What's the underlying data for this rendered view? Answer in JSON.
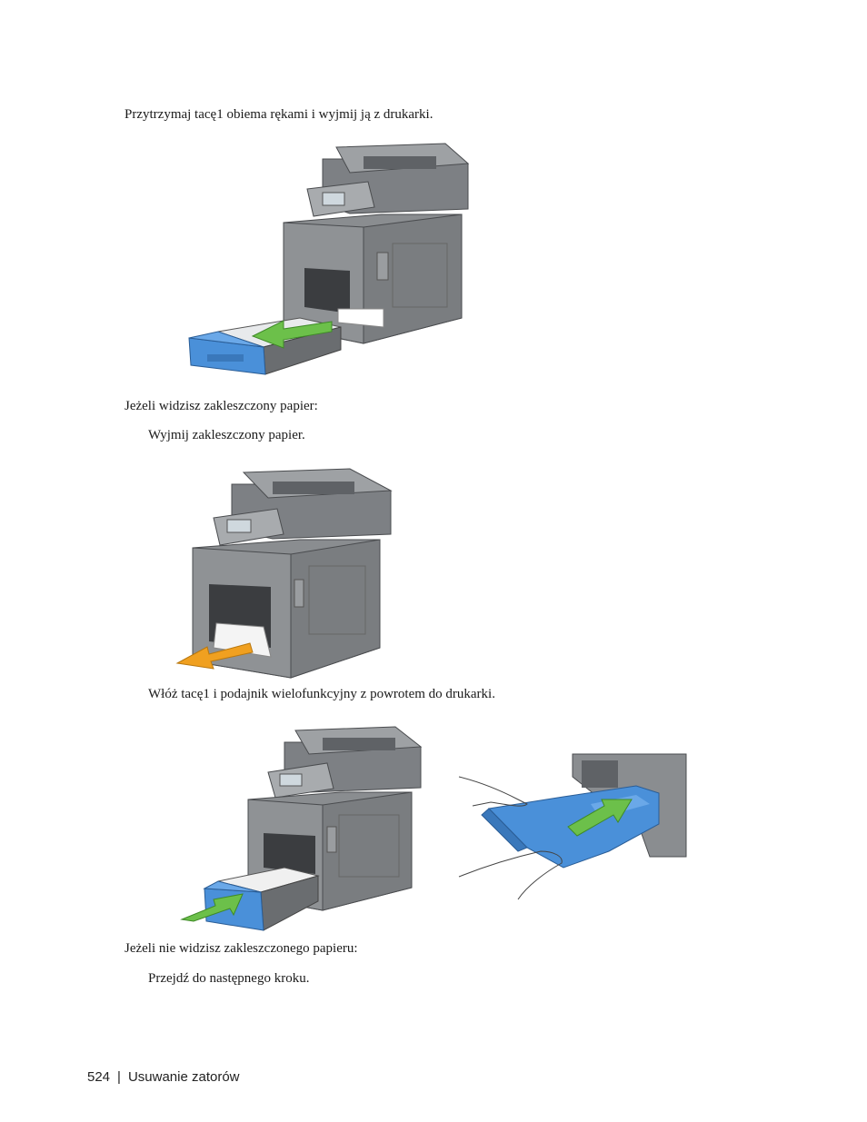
{
  "steps": {
    "step1": "Przytrzymaj tacę1 obiema rękami i wyjmij ją z drukarki.",
    "condition_jam": "Jeżeli widzisz zakleszczony papier:",
    "remove_jam": "Wyjmij zakleszczony papier.",
    "reinsert": "Włóż tacę1 i podajnik wielofunkcyjny z powrotem do drukarki.",
    "condition_no_jam": "Jeżeli nie widzisz zakleszczonego papieru:",
    "next_step": "Przejdź do następnego kroku."
  },
  "footer": {
    "page_number": "524",
    "separator": "|",
    "section": "Usuwanie zatorów"
  },
  "colors": {
    "printer_body": "#8a8d90",
    "printer_dark": "#5f6266",
    "tray_blue": "#4a90d9",
    "arrow_green": "#6cc04a",
    "arrow_orange": "#f0a020"
  }
}
